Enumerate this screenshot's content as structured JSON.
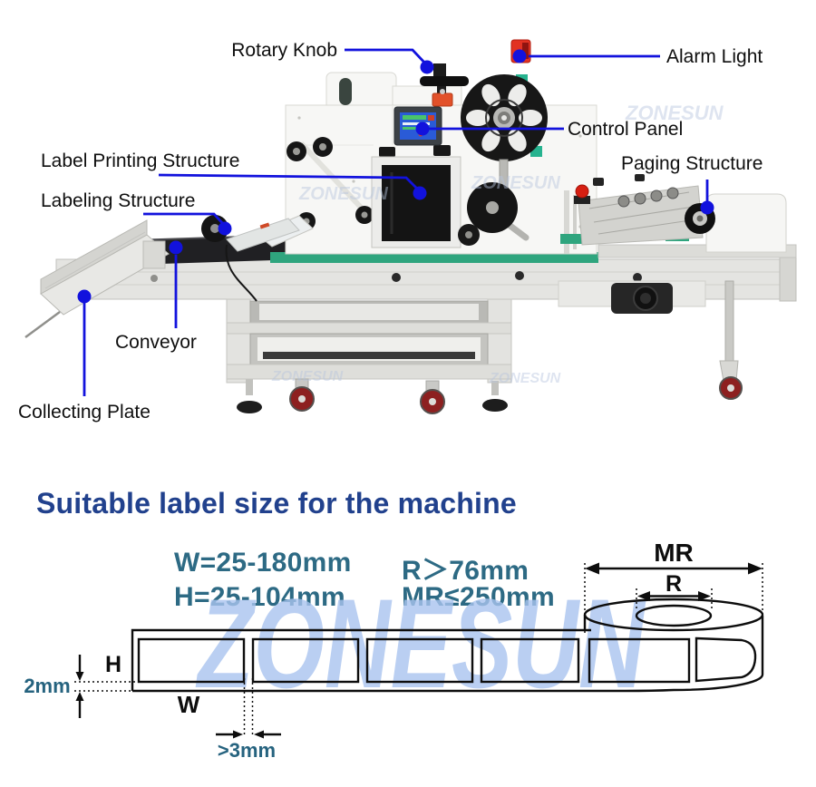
{
  "callouts": {
    "rotary_knob": "Rotary Knob",
    "alarm_light": "Alarm Light",
    "control_panel": "Control Panel",
    "label_printing_structure": "Label Printing Structure",
    "paging_structure": "Paging Structure",
    "labeling_structure": "Labeling Structure",
    "conveyor": "Conveyor",
    "collecting_plate": "Collecting Plate"
  },
  "label_size_section": {
    "title": "Suitable label size for the machine",
    "specs": {
      "width_range": "W=25-180mm",
      "height_range": "H=25-104mm",
      "core_radius": "R＞76mm",
      "max_roll_diameter": "MR≤250mm"
    },
    "diagram": {
      "roll_outer_symbol": "MR",
      "roll_core_symbol": "R",
      "label_height_symbol": "H",
      "label_width_symbol": "W",
      "edge_margin": "2mm",
      "label_gap": ">3mm"
    }
  },
  "watermark": "ZONESUN",
  "colors": {
    "callout_blue": "#1212dd",
    "title_navy": "#21418d",
    "spec_teal": "#2d6a84",
    "alarm_red": "#e23222",
    "watermark_blue": "#a9c4ef"
  }
}
